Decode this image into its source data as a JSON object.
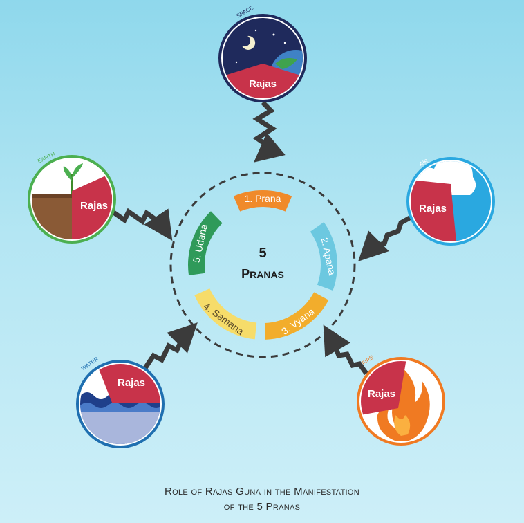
{
  "center": {
    "line1": "5",
    "line2_initial": "P",
    "line2_rest": "RANAS"
  },
  "pranas": [
    {
      "label": "1. Prana",
      "color": "#f08a2a"
    },
    {
      "label": "2. Apana",
      "color": "#6cc8e0"
    },
    {
      "label": "3. Vyana",
      "color": "#f2ad2c"
    },
    {
      "label": "4. Samana",
      "color": "#f6dc6a"
    },
    {
      "label": "5. Udana",
      "color": "#2f9a5a"
    }
  ],
  "elements": [
    {
      "name": "SPACE",
      "rajas": "Rajas"
    },
    {
      "name": "AIR",
      "rajas": "Rajas"
    },
    {
      "name": "FIRE",
      "rajas": "Rajas"
    },
    {
      "name": "WATER",
      "rajas": "Rajas"
    },
    {
      "name": "EARTH",
      "rajas": "Rajas"
    }
  ],
  "colors": {
    "rajas": "#c8334a",
    "arrow": "#3b3b3b",
    "space_ring": "#1f2a5c",
    "air_ring": "#2aa8e0",
    "fire_ring": "#f07a22",
    "water_ring": "#1f6fb0",
    "earth_ring": "#4caf50"
  },
  "caption": {
    "line1": "Role of Rajas Guna in the Manifestation",
    "line2": "of the 5 Pranas"
  }
}
